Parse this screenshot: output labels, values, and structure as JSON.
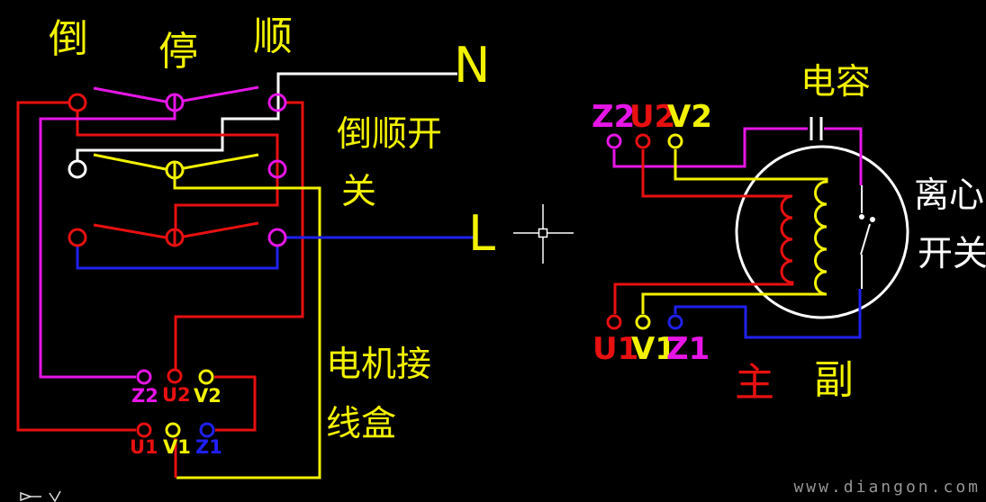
{
  "colors": {
    "background": "#000000",
    "red": "#e81010",
    "magenta": "#e616e6",
    "yellow": "#f2f200",
    "blue": "#2020ee",
    "white": "#ffffff",
    "watermark_gray": "#969696"
  },
  "switch": {
    "position_reverse": "倒",
    "position_stop": "停",
    "position_forward": "顺",
    "name_line1": "倒顺开",
    "name_line2": "关"
  },
  "power": {
    "neutral": "N",
    "live": "L"
  },
  "terminal_box": {
    "name_line1": "电机接",
    "name_line2": "线盒",
    "top_terminals": [
      "Z2",
      "U2",
      "V2"
    ],
    "bottom_terminals": [
      "U1",
      "V1",
      "Z1"
    ]
  },
  "motor": {
    "top_terminals": [
      "Z2",
      "U2",
      "V2"
    ],
    "bottom_terminals": [
      "U1",
      "V1",
      "Z1"
    ],
    "capacitor_label": "电容",
    "centrifugal_line1": "离心",
    "centrifugal_line2": "开关",
    "main_winding": "主",
    "aux_winding": "副"
  },
  "watermark": "www.diangon.com"
}
